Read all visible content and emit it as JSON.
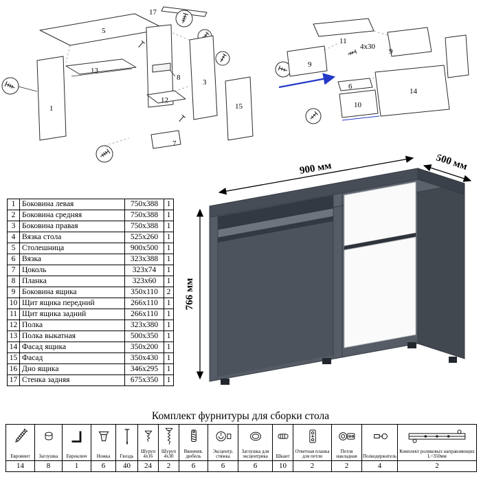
{
  "parts": {
    "rows": [
      [
        "1",
        "Боковина левая",
        "750x388",
        "1"
      ],
      [
        "2",
        "Боковина средняя",
        "750x388",
        "1"
      ],
      [
        "3",
        "Боковина правая",
        "750x388",
        "1"
      ],
      [
        "4",
        "Вязка стола",
        "525x260",
        "1"
      ],
      [
        "5",
        "Столешница",
        "900x500",
        "1"
      ],
      [
        "6",
        "Вязка",
        "323x388",
        "1"
      ],
      [
        "7",
        "Цоколь",
        "323x74",
        "1"
      ],
      [
        "8",
        "Планка",
        "323x60",
        "1"
      ],
      [
        "9",
        "Боковина ящика",
        "350x110",
        "2"
      ],
      [
        "10",
        "Щит ящика передний",
        "266x110",
        "1"
      ],
      [
        "11",
        "Щит ящика задний",
        "266x110",
        "1"
      ],
      [
        "12",
        "Полка",
        "323x380",
        "1"
      ],
      [
        "13",
        "Полка выкатная",
        "500x350",
        "1"
      ],
      [
        "14",
        "Фасад ящика",
        "350x200",
        "1"
      ],
      [
        "15",
        "Фасад",
        "350x430",
        "1"
      ],
      [
        "16",
        "Дно ящика",
        "346x295",
        "1"
      ],
      [
        "17",
        "Стенка задняя",
        "675x350",
        "1"
      ]
    ]
  },
  "dimensions": {
    "width": "900 мм",
    "depth": "500 мм",
    "height": "766 мм"
  },
  "hardware": {
    "title": "Комплект фурнитуры для сборки стола",
    "items": [
      {
        "name": "Евровинт",
        "qty": "14"
      },
      {
        "name": "Заглушка",
        "qty": "8"
      },
      {
        "name": "Евроключ",
        "qty": "1"
      },
      {
        "name": "Ножка",
        "qty": "6"
      },
      {
        "name": "Гвоздь",
        "qty": "40"
      },
      {
        "name": "Шуруп 4x16",
        "qty": "24"
      },
      {
        "name": "Шуруп 4x30",
        "qty": "2"
      },
      {
        "name": "Ввинчив. дюбель",
        "qty": "6"
      },
      {
        "name": "Эксцентр. стяжка",
        "qty": "6"
      },
      {
        "name": "Заглушка для эксцентрика",
        "qty": "6"
      },
      {
        "name": "Шкант",
        "qty": "10"
      },
      {
        "name": "Ответная планка для петли",
        "qty": "2"
      },
      {
        "name": "Петля накладная",
        "qty": "2"
      },
      {
        "name": "Полкодержатель",
        "qty": "4"
      },
      {
        "name": "Комплект роликовых направляющих L=350мм",
        "qty": "2"
      }
    ]
  },
  "diagram_left": {
    "labels": {
      "n17": "17",
      "n5": "5",
      "n13": "13",
      "n1": "1",
      "n8": "8",
      "n12": "12",
      "n3": "3",
      "n7": "7",
      "n15": "15"
    }
  },
  "diagram_right": {
    "labels": {
      "n11": "11",
      "n9a": "9",
      "n9b": "9",
      "screw": "4x30",
      "n6": "6",
      "n10": "10",
      "n14": "14"
    }
  }
}
